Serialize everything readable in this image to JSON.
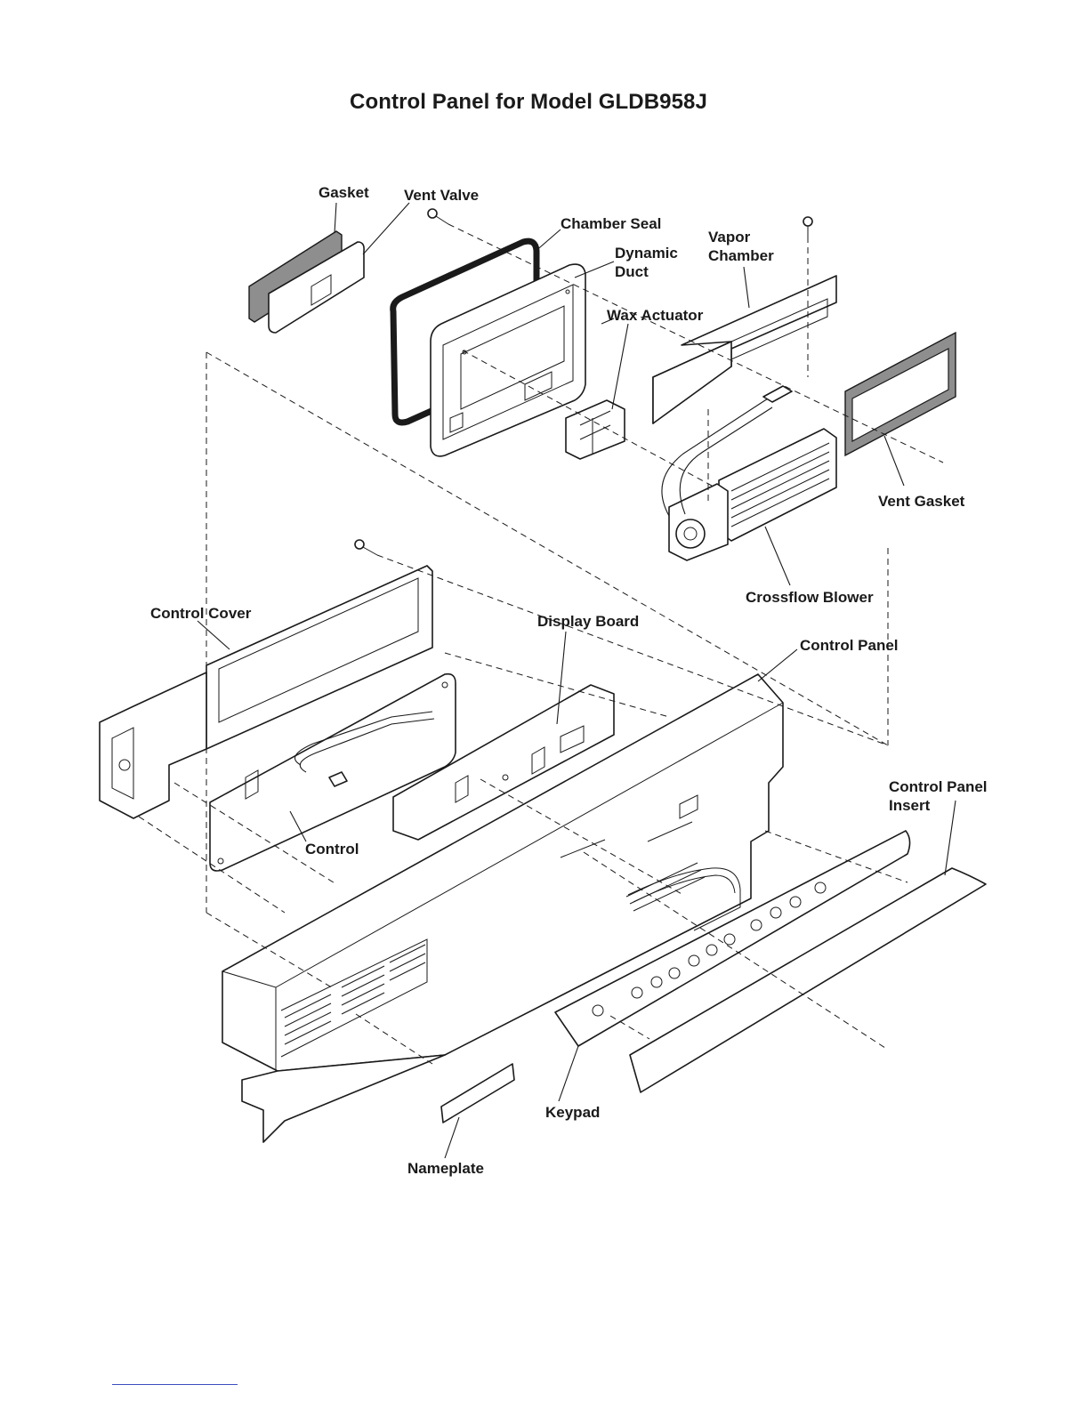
{
  "title": "Control Panel for Model GLDB958J",
  "labels": {
    "gasket": "Gasket",
    "vent_valve": "Vent Valve",
    "chamber_seal": "Chamber Seal",
    "dynamic_duct_1": "Dynamic",
    "dynamic_duct_2": "Duct",
    "vapor_chamber_1": "Vapor",
    "vapor_chamber_2": "Chamber",
    "wax_actuator": "Wax Actuator",
    "vent_gasket": "Vent Gasket",
    "crossflow_blower": "Crossflow Blower",
    "control_cover": "Control Cover",
    "display_board": "Display Board",
    "control_panel": "Control Panel",
    "control_panel_insert_1": "Control Panel",
    "control_panel_insert_2": "Insert",
    "control": "Control",
    "keypad": "Keypad",
    "nameplate": "Nameplate"
  },
  "colors": {
    "line": "#1a1a1a",
    "gasket_fill": "#8e8e8e",
    "footer_rule": "#3a4ec0"
  }
}
